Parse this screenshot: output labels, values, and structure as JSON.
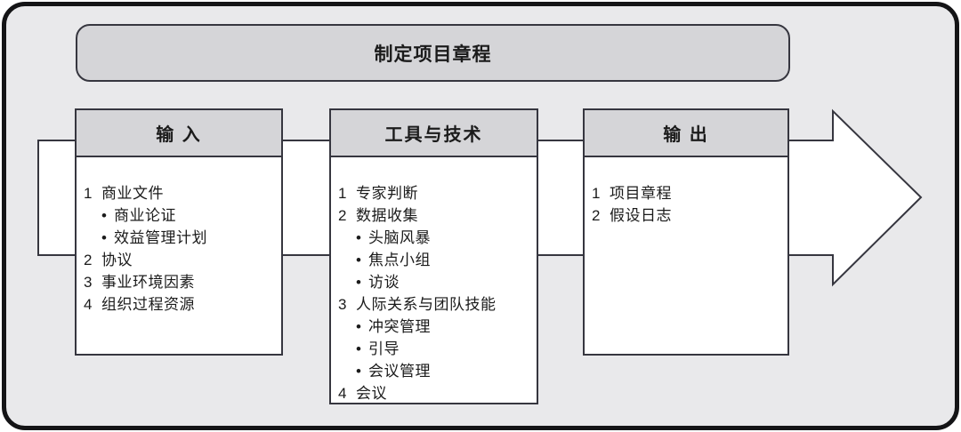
{
  "diagram": {
    "title": "制定项目章程",
    "columns": [
      {
        "header": "输 入",
        "items": [
          {
            "marker": "1",
            "text": "商业文件",
            "indent": false
          },
          {
            "marker": "•",
            "text": "商业论证",
            "indent": true
          },
          {
            "marker": "•",
            "text": "效益管理计划",
            "indent": true
          },
          {
            "marker": "2",
            "text": "协议",
            "indent": false
          },
          {
            "marker": "3",
            "text": "事业环境因素",
            "indent": false
          },
          {
            "marker": "4",
            "text": "组织过程资源",
            "indent": false
          }
        ]
      },
      {
        "header": "工具与技术",
        "items": [
          {
            "marker": "1",
            "text": "专家判断",
            "indent": false
          },
          {
            "marker": "2",
            "text": "数据收集",
            "indent": false
          },
          {
            "marker": "•",
            "text": "头脑风暴",
            "indent": true
          },
          {
            "marker": "•",
            "text": "焦点小组",
            "indent": true
          },
          {
            "marker": "•",
            "text": "访谈",
            "indent": true
          },
          {
            "marker": "3",
            "text": "人际关系与团队技能",
            "indent": false
          },
          {
            "marker": "•",
            "text": "冲突管理",
            "indent": true
          },
          {
            "marker": "•",
            "text": "引导",
            "indent": true
          },
          {
            "marker": "•",
            "text": "会议管理",
            "indent": true
          },
          {
            "marker": "4",
            "text": "会议",
            "indent": false
          }
        ]
      },
      {
        "header": "输 出",
        "items": [
          {
            "marker": "1",
            "text": "项目章程",
            "indent": false
          },
          {
            "marker": "2",
            "text": "假设日志",
            "indent": false
          }
        ]
      }
    ]
  },
  "colors": {
    "canvas_bg": "#e9e9eb",
    "panel_fill": "#d5d5d8",
    "box_fill": "#ffffff",
    "arrow_fill": "#ffffff",
    "line": "#36363f",
    "frame": "#141416",
    "text": "#1b1b1b"
  }
}
